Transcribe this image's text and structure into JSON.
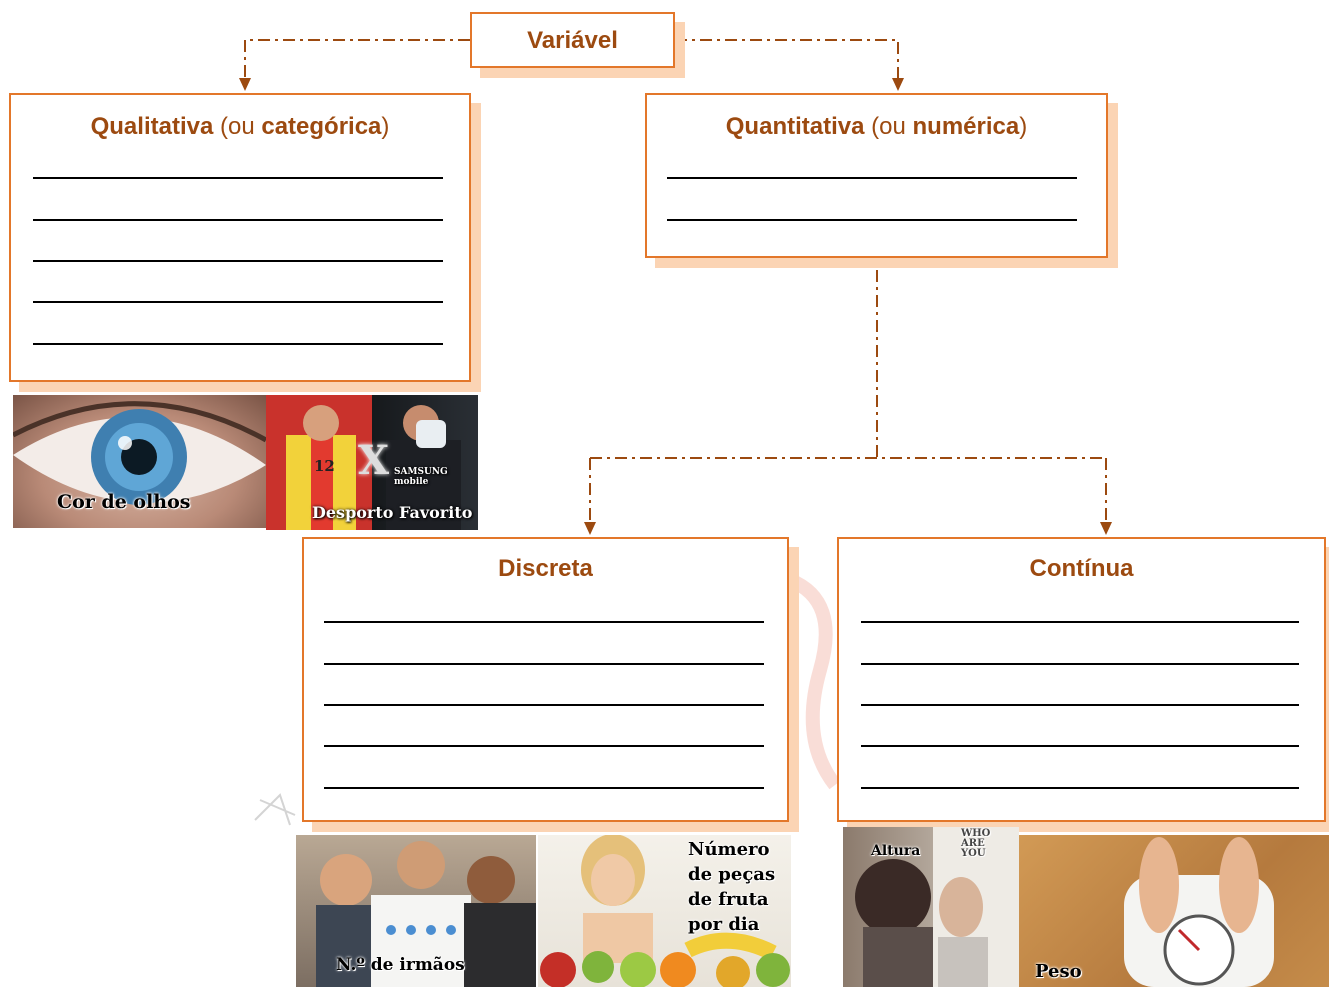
{
  "root": {
    "label": "Variável"
  },
  "qualitativa": {
    "title_bold": "Qualitativa",
    "title_open": " (ou ",
    "title_alt_bold": "categórica",
    "title_close": ")",
    "answer_lines": 5
  },
  "quantitativa": {
    "title_bold": "Quantitativa",
    "title_open": " (ou ",
    "title_alt_bold": "numérica",
    "title_close": ")",
    "answer_lines": 2
  },
  "discreta": {
    "title": "Discreta",
    "answer_lines": 5
  },
  "continua": {
    "title": "Contínua",
    "answer_lines": 5
  },
  "images": {
    "eye": {
      "caption": "Cor de olhos"
    },
    "sport": {
      "caption": "Desporto Favorito",
      "vs_mark": "X",
      "jersey_number": "12",
      "sponsor": "SAMSUNG mobile"
    },
    "siblings": {
      "caption": "N.º de irmãos"
    },
    "fruit": {
      "caption": "Número de peças de fruta por dia"
    },
    "height": {
      "caption": "Altura",
      "poster_text": "WHO ARE YOU"
    },
    "weight": {
      "caption": "Peso"
    }
  },
  "colors": {
    "border": "#e3772a",
    "shadow": "#fbd4b4",
    "title_text": "#9c4a10",
    "connector": "#9c4a10"
  }
}
